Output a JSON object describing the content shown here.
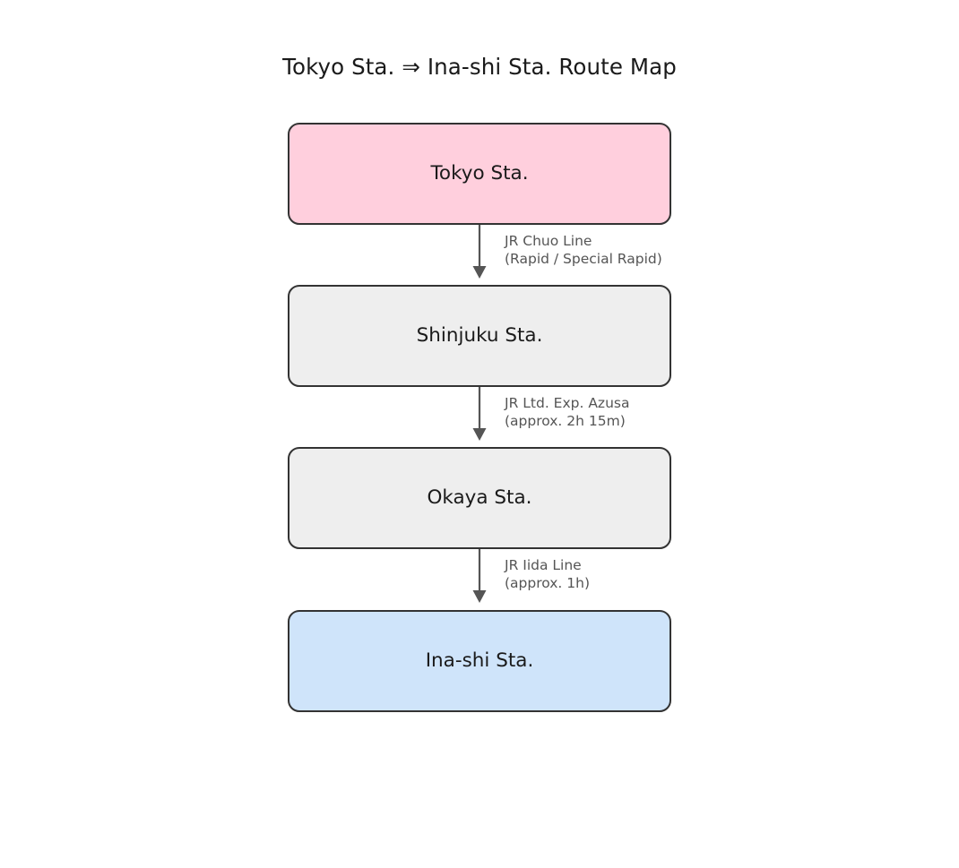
{
  "diagram": {
    "title": "Tokyo Sta. ⇒ Ina-shi Sta. Route Map",
    "type": "flowchart",
    "direction": "top-to-bottom",
    "colors": {
      "start_fill": "#ffcfdd",
      "middle_fill": "#eeeeee",
      "end_fill": "#cfe4fa",
      "node_border": "#333333",
      "node_text": "#1a1a1a",
      "edge_stroke": "#555555",
      "edge_label_text": "#555555",
      "background": "#ffffff"
    },
    "nodes": [
      {
        "id": "tokyo",
        "label": "Tokyo Sta.",
        "role": "start"
      },
      {
        "id": "shinjuku",
        "label": "Shinjuku Sta.",
        "role": "middle"
      },
      {
        "id": "okaya",
        "label": "Okaya Sta.",
        "role": "middle"
      },
      {
        "id": "ina-shi",
        "label": "Ina-shi Sta.",
        "role": "end"
      }
    ],
    "edges": [
      {
        "from": "tokyo",
        "to": "shinjuku",
        "line1": "JR Chuo Line",
        "line2": "(Rapid / Special Rapid)"
      },
      {
        "from": "shinjuku",
        "to": "okaya",
        "line1": "JR Ltd. Exp. Azusa",
        "line2": "(approx. 2h 15m)"
      },
      {
        "from": "okaya",
        "to": "ina-shi",
        "line1": "JR Iida Line",
        "line2": "(approx. 1h)"
      }
    ]
  }
}
